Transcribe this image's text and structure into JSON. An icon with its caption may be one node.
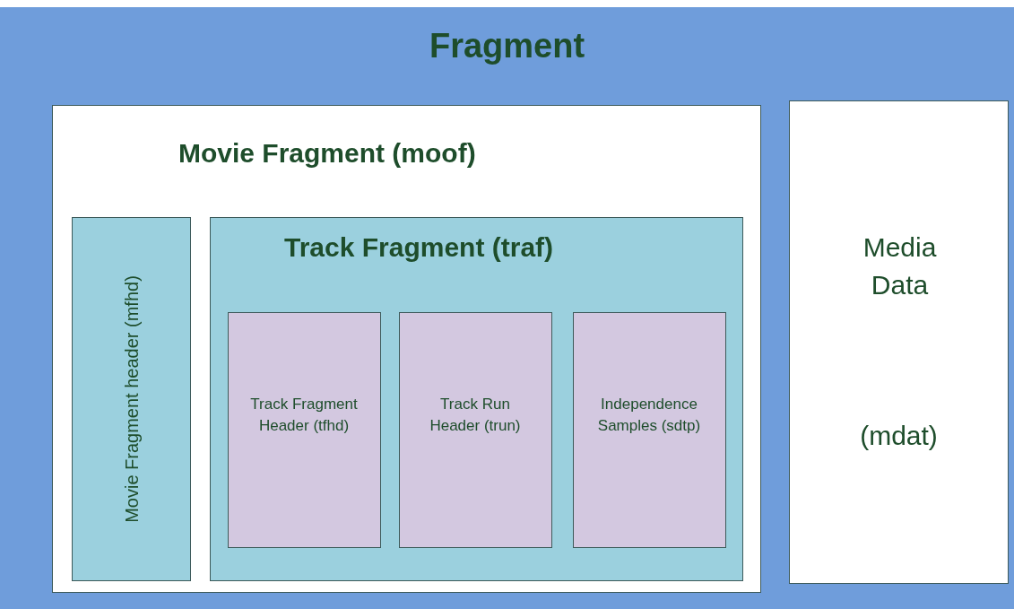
{
  "diagram": {
    "nodes": [
      {
        "text": [
          "Fragment"
        ]
      },
      {
        "text": [
          "Movie Fragment (moof)"
        ],
        "in": 0
      },
      {
        "text": [
          "Movie Fragment header (mfhd)"
        ],
        "in": 1
      },
      {
        "text": [
          "Track Fragment (traf)"
        ],
        "in": 1
      },
      {
        "text": [
          "Track Fragment Header (tfhd)"
        ],
        "in": 3
      },
      {
        "text": [
          "Track Run Header (trun)"
        ],
        "in": 3
      },
      {
        "text": [
          "Independence Samples (sdtp)"
        ],
        "in": 3
      },
      {
        "text": [
          "Media Data",
          "(mdat)"
        ],
        "in": 0
      }
    ]
  }
}
